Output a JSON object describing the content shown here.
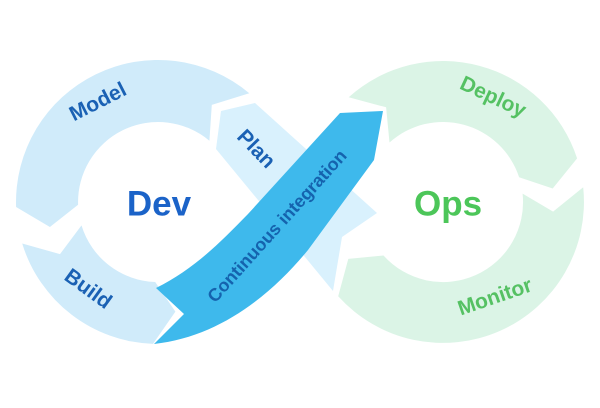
{
  "diagram": {
    "type": "devops-infinity-loop",
    "left_loop": {
      "title": "Dev",
      "segments": [
        "Model",
        "Build"
      ]
    },
    "right_loop": {
      "title": "Ops",
      "segments": [
        "Deploy",
        "Monitor"
      ]
    },
    "crossing": {
      "feedback_arrow": "Plan",
      "ribbon": "Continuous integration"
    }
  },
  "labels": {
    "dev": "Dev",
    "ops": "Ops",
    "model": "Model",
    "plan": "Plan",
    "build": "Build",
    "ci": "Continuous integration",
    "deploy": "Deploy",
    "monitor": "Monitor"
  },
  "colors": {
    "background": "#FFFFFF",
    "dev_ring": "#D0EBFA",
    "plan_arrow": "#D9F1FD",
    "ci_ribbon": "#3EB9EC",
    "ops_ring": "#DBF4E6",
    "dev_title": "#1B63C8",
    "dev_label": "#1A61B4",
    "ci_label": "#1563AE",
    "ops_title": "#4CC659",
    "ops_label": "#55C163"
  }
}
